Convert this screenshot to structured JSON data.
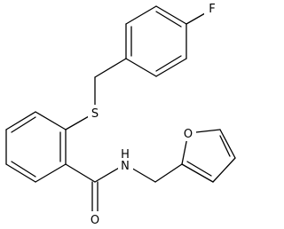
{
  "molecule": {
    "atoms": {
      "fluorine": "F",
      "sulfur": "S",
      "nitrogen": "N",
      "hydrogen": "H",
      "carbonyl_oxygen": "O",
      "furan_oxygen": "O"
    }
  }
}
